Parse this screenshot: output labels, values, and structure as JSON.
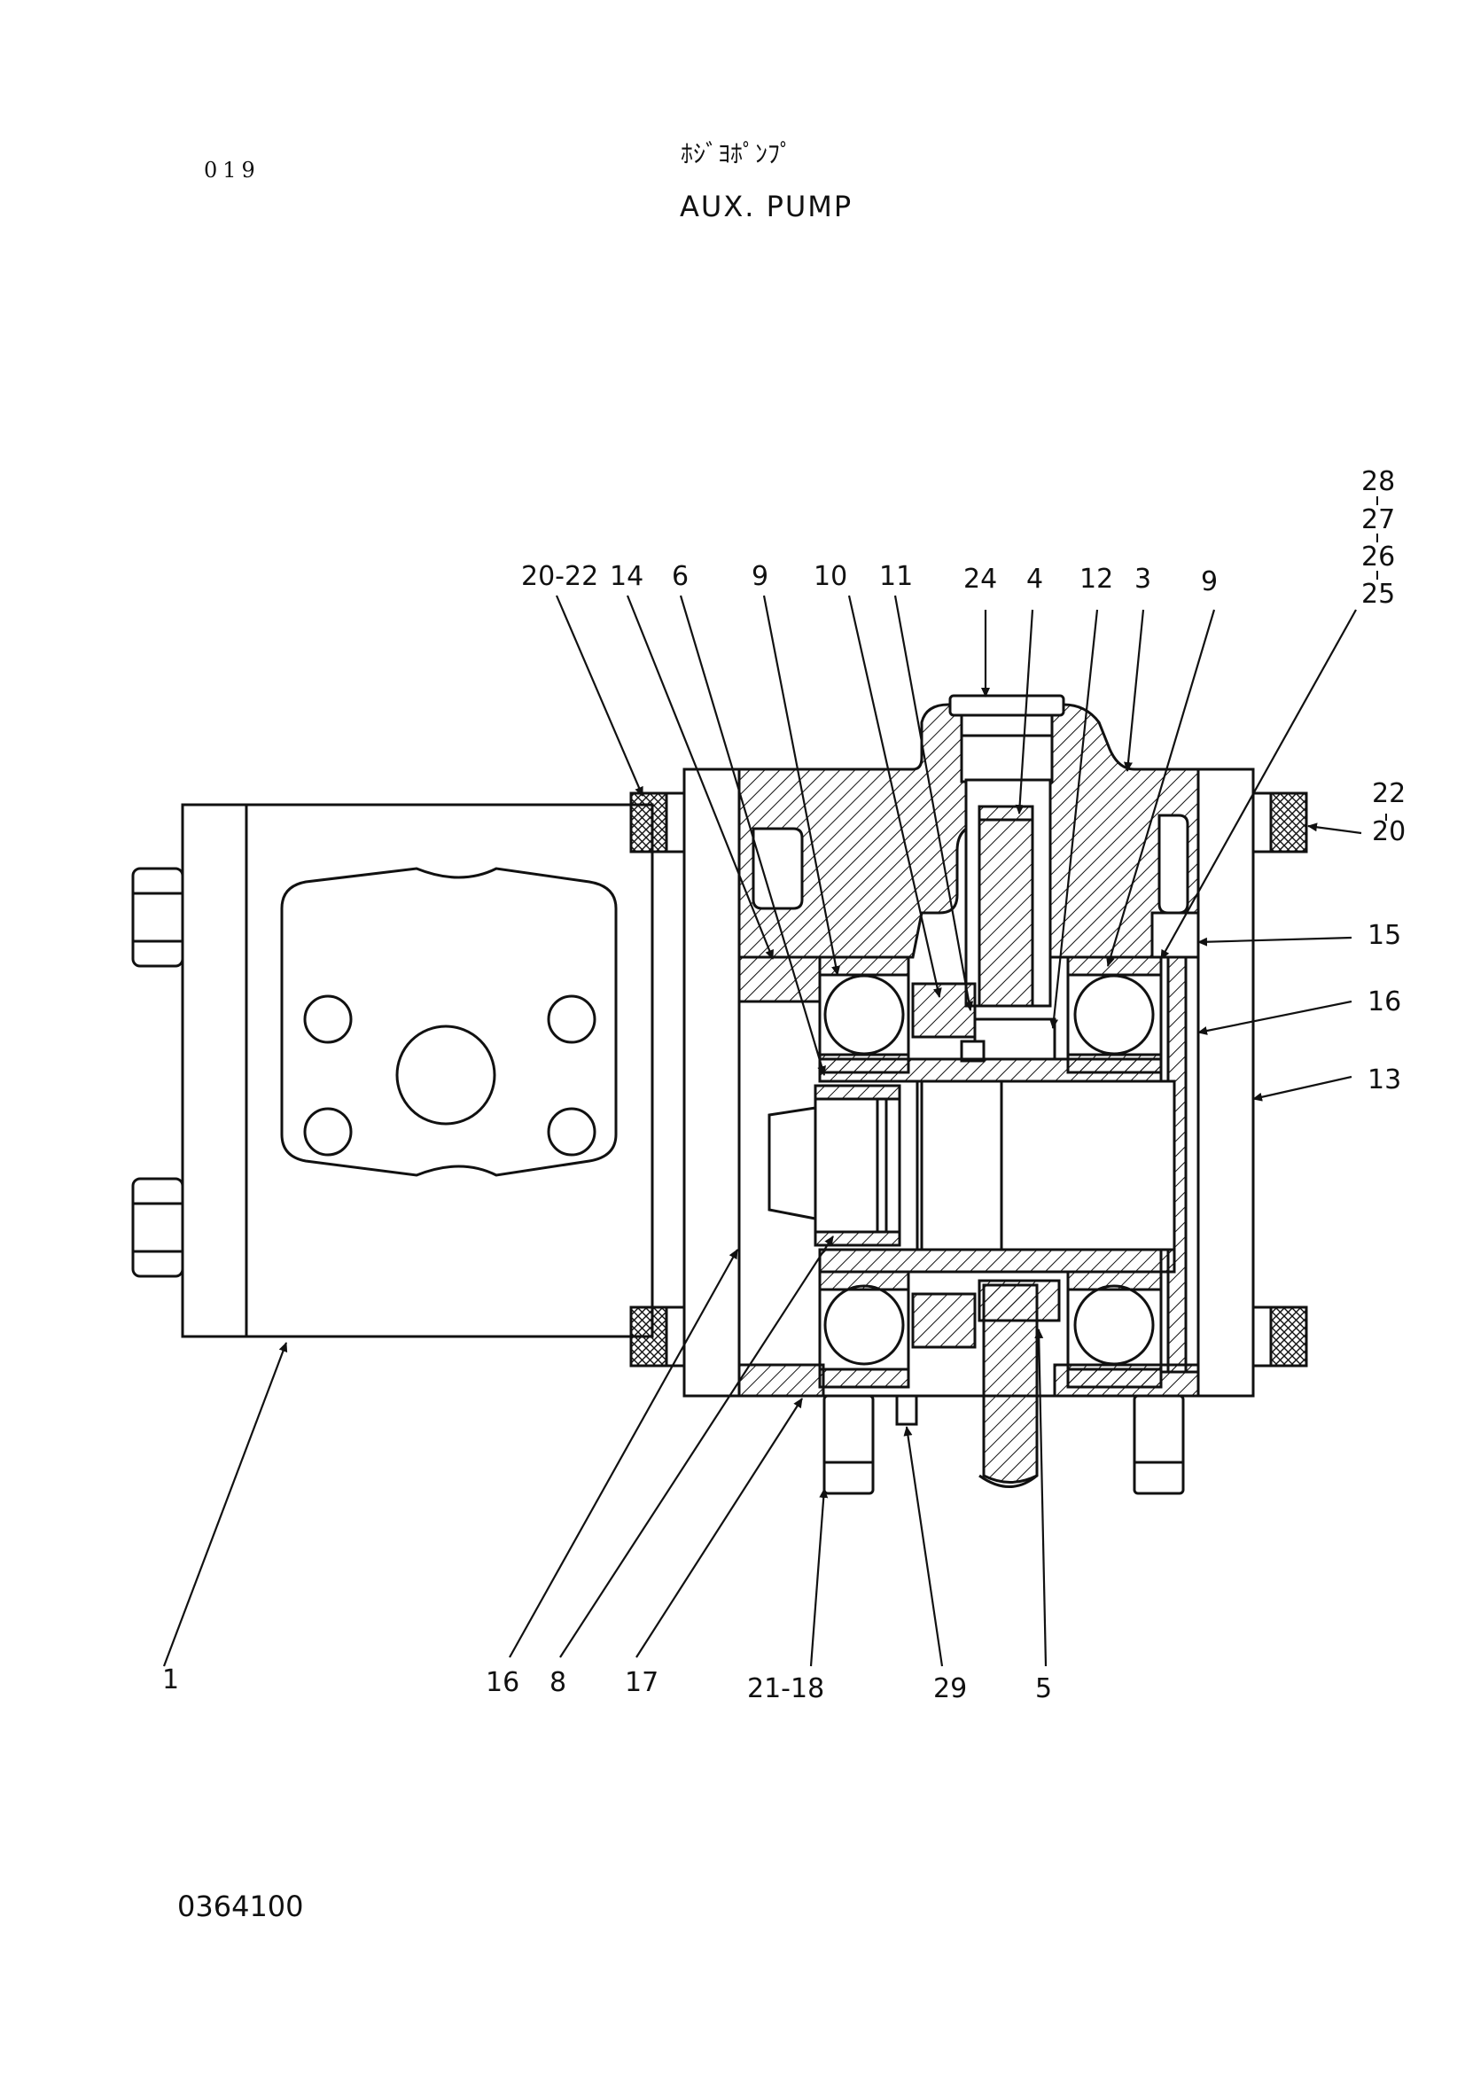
{
  "header": {
    "page_number": "019",
    "title_jp": "ﾎｼﾞﾖﾎﾟﾝﾌﾟ",
    "title_en": "AUX. PUMP"
  },
  "footer": {
    "drawing_number": "0364100"
  },
  "callouts": {
    "c1": "1",
    "c20_22": "20-22",
    "c14": "14",
    "c6": "6",
    "c9a": "9",
    "c10": "10",
    "c11": "11",
    "c24": "24",
    "c4": "4",
    "c12": "12",
    "c3": "3",
    "c9b": "9",
    "c28": "28",
    "c27": "27",
    "c26": "26",
    "c25": "25",
    "c22": "22",
    "c20": "20",
    "c15": "15",
    "c16r": "16",
    "c13": "13",
    "c16": "16",
    "c8": "8",
    "c17": "17",
    "c21_18": "21-18",
    "c29": "29",
    "c5": "5"
  },
  "colors": {
    "ink": "#111111",
    "paper": "#ffffff"
  }
}
